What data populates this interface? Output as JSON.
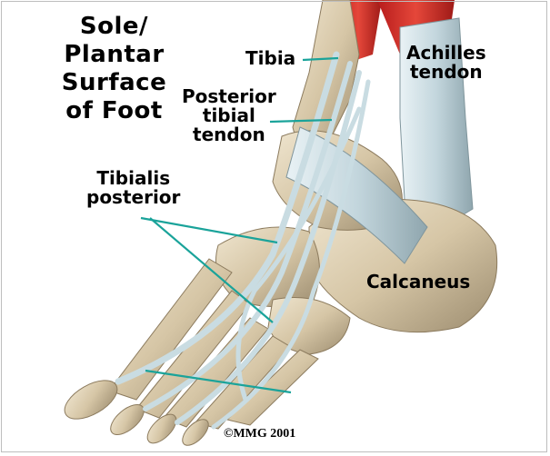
{
  "title": {
    "lines": [
      "Sole/",
      "Plantar",
      "Surface",
      "of Foot"
    ]
  },
  "labels": {
    "tibia": "Tibia",
    "achilles": [
      "Achilles",
      "tendon"
    ],
    "posterior_tibial": [
      "Posterior",
      "tibial",
      "tendon"
    ],
    "tibialis_posterior": [
      "Tibialis",
      "posterior"
    ],
    "calcaneus": "Calcaneus"
  },
  "copyright": "©MMG 2001",
  "colors": {
    "leader_line": "#1aa39a",
    "bone": "#d9cbb0",
    "tendon": "#cfe0e6",
    "muscle": "#d8322c"
  }
}
